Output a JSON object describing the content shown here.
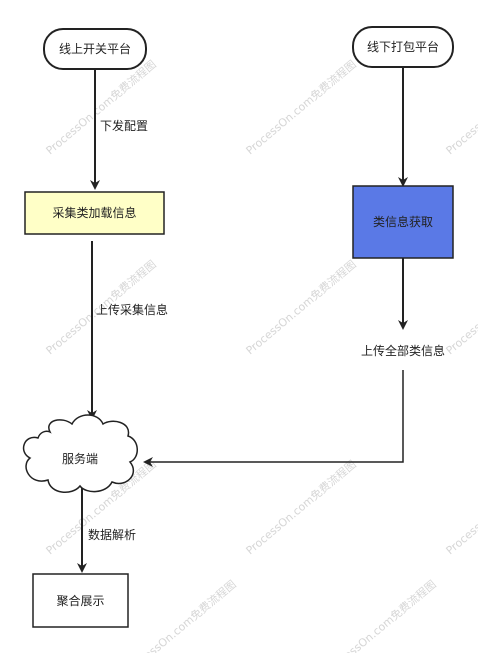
{
  "nodes": {
    "online_platform": "线上开关平台",
    "offline_platform": "线下打包平台",
    "collect_load": "采集类加载信息",
    "class_info": "类信息获取",
    "server": "服务端",
    "aggregate": "聚合展示"
  },
  "edges": {
    "issue_config": "下发配置",
    "upload_collect": "上传采集信息",
    "upload_all_class": "上传全部类信息",
    "data_parse": "数据解析"
  },
  "colors": {
    "collect_fill": "#ffffc7",
    "class_info_fill": "#5a79e6",
    "stroke": "#222222"
  },
  "watermark": "ProcessOn.com免费流程图"
}
